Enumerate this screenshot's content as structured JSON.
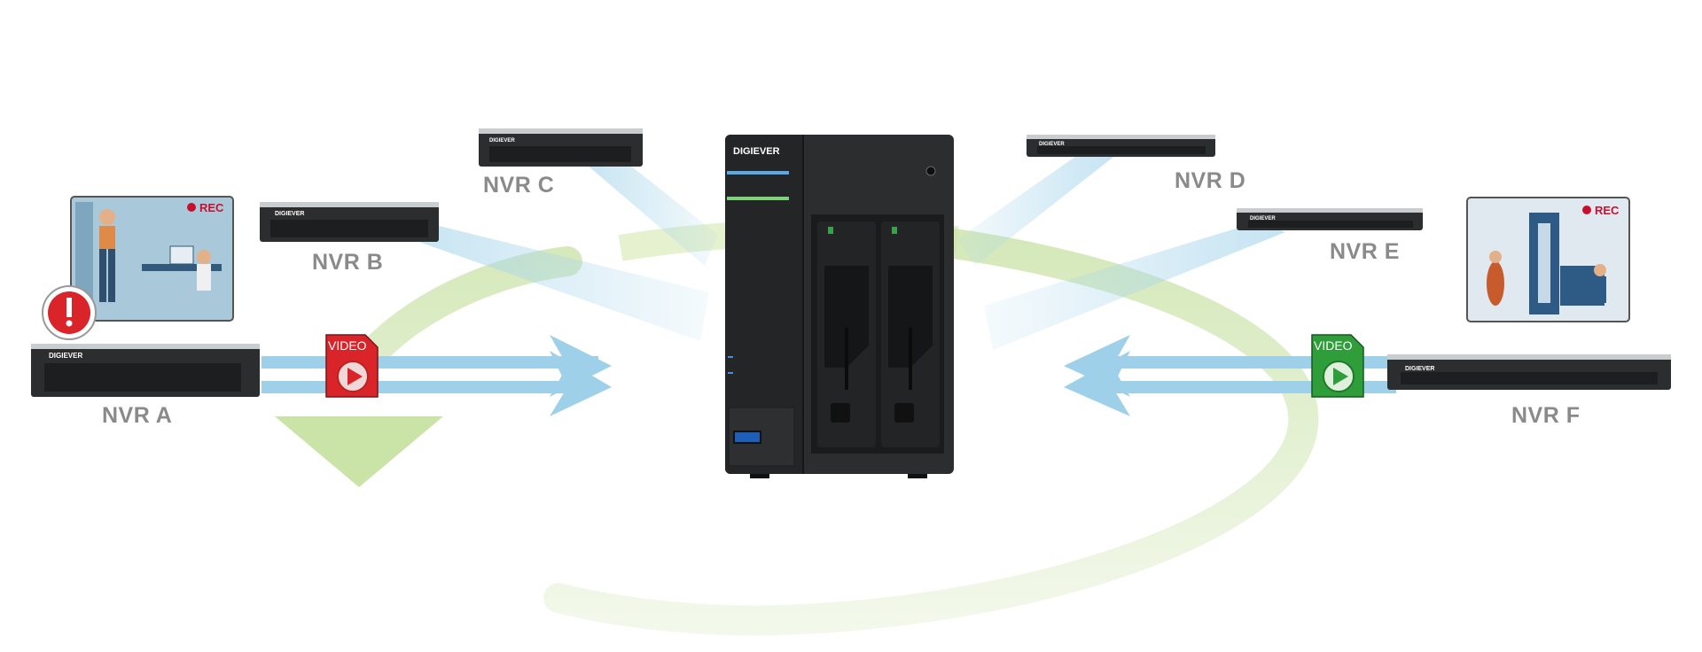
{
  "central_device": {
    "brand": "DIGIEVER"
  },
  "nvr_units": [
    {
      "id": "A",
      "label": "NVR A",
      "brand": "DIGIEVER"
    },
    {
      "id": "B",
      "label": "NVR B",
      "brand": "DIGIEVER"
    },
    {
      "id": "C",
      "label": "NVR C",
      "brand": "DIGIEVER"
    },
    {
      "id": "D",
      "label": "NVR D",
      "brand": "DIGIEVER"
    },
    {
      "id": "E",
      "label": "NVR E",
      "brand": "DIGIEVER"
    },
    {
      "id": "F",
      "label": "NVR F",
      "brand": "DIGIEVER"
    }
  ],
  "rec_badges": [
    {
      "text": "REC"
    },
    {
      "text": "REC"
    }
  ],
  "video_badges": [
    {
      "text": "VIDEO",
      "color": "#d9252a"
    },
    {
      "text": "VIDEO",
      "color": "#2f9e3a"
    }
  ],
  "colors": {
    "beam_blue": "#a9d6ec",
    "arrow_blue": "#9fd0ea",
    "cycle_green": "#b8d98a",
    "alert_red": "#d9252a",
    "label_gray": "#8a8a8a",
    "chassis_dark": "#2b2d2f",
    "illustration_bg": "#a9c8da"
  },
  "icons": [
    "alert-icon",
    "play-icon",
    "rec-dot-icon",
    "usb-icon",
    "power-icon"
  ]
}
